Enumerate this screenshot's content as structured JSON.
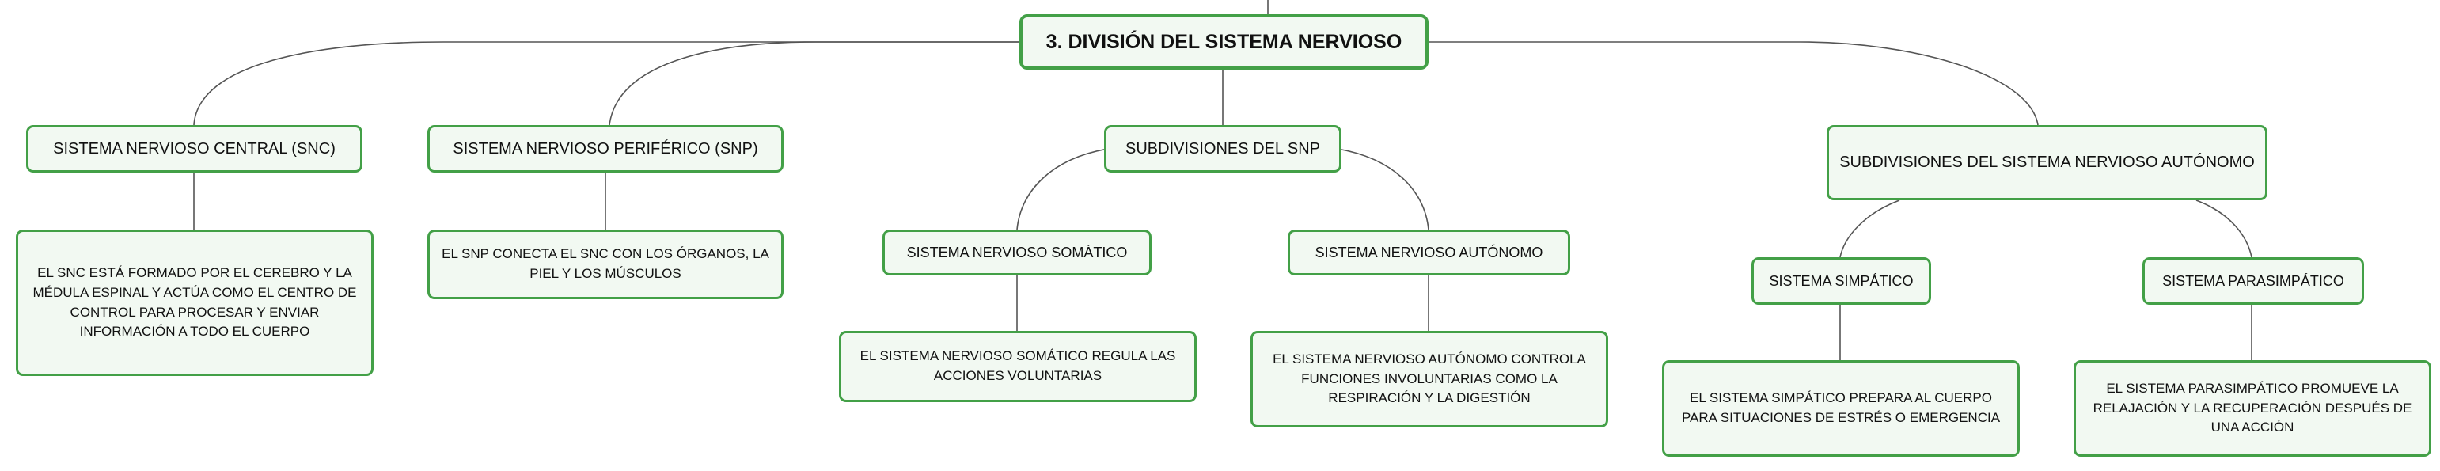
{
  "colors": {
    "border": "#43a047",
    "fill": "#f2f9f2",
    "line": "#555555",
    "text": "#111111"
  },
  "root": {
    "label": "3. DIVISIÓN DEL SISTEMA NERVIOSO"
  },
  "snc": {
    "label": "SISTEMA NERVIOSO CENTRAL (SNC)",
    "desc": "EL SNC ESTÁ FORMADO POR EL CEREBRO Y LA MÉDULA ESPINAL Y ACTÚA COMO EL CENTRO DE CONTROL PARA PROCESAR Y ENVIAR INFORMACIÓN A TODO EL CUERPO"
  },
  "snp": {
    "label": "SISTEMA NERVIOSO PERIFÉRICO (SNP)",
    "desc": "EL SNP CONECTA EL SNC CON LOS ÓRGANOS, LA PIEL Y LOS MÚSCULOS"
  },
  "subdivisiones_snp": {
    "label": "SUBDIVISIONES DEL SNP",
    "somatico": {
      "label": "SISTEMA NERVIOSO SOMÁTICO",
      "desc": "EL SISTEMA NERVIOSO SOMÁTICO REGULA LAS ACCIONES VOLUNTARIAS"
    },
    "autonomo": {
      "label": "SISTEMA NERVIOSO AUTÓNOMO",
      "desc": "EL SISTEMA NERVIOSO AUTÓNOMO CONTROLA FUNCIONES INVOLUNTARIAS COMO LA RESPIRACIÓN Y LA DIGESTIÓN"
    }
  },
  "subdivisiones_sna": {
    "label": "SUBDIVISIONES DEL SISTEMA NERVIOSO AUTÓNOMO",
    "simpatico": {
      "label": "SISTEMA SIMPÁTICO",
      "desc": "EL SISTEMA SIMPÁTICO PREPARA AL CUERPO PARA SITUACIONES DE ESTRÉS O EMERGENCIA"
    },
    "parasimpatico": {
      "label": "SISTEMA PARASIMPÁTICO",
      "desc": "EL SISTEMA PARASIMPÁTICO PROMUEVE LA RELAJACIÓN Y LA RECUPERACIÓN DESPUÉS DE UNA ACCIÓN"
    }
  }
}
